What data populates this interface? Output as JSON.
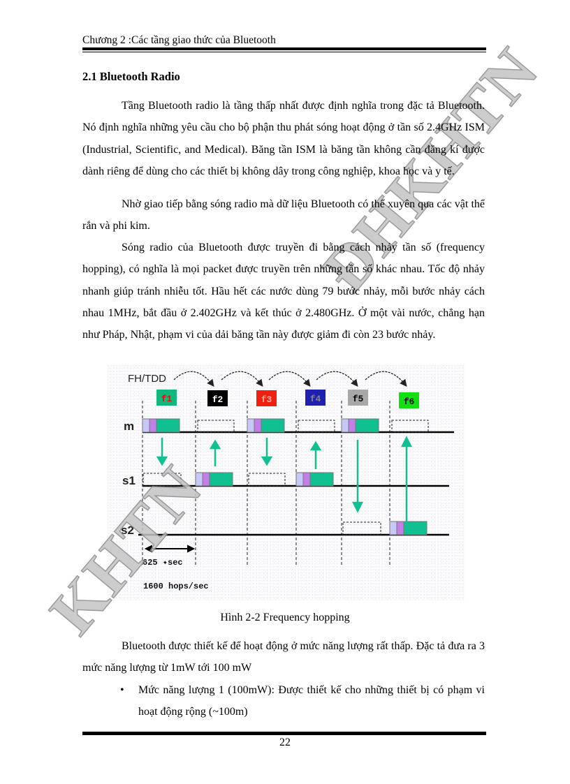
{
  "header": {
    "chapter_title": "Chương 2 :Các tầng giao thức của Bluetooth"
  },
  "section": {
    "title": "2.1 Bluetooth Radio"
  },
  "paragraphs": [
    "Tầng Bluetooth radio là tầng thấp nhất được định nghĩa trong đặc tả Bluetooth. Nó định nghĩa những yêu cầu cho bộ phận thu phát sóng hoạt động ở tần số 2.4GHz ISM (Industrial, Scientific, and Medical). Băng tần ISM là băng tần không cần đăng kí được dành riêng để dùng cho các thiết bị không dây trong công nghiệp, khoa học và y tế.",
    "Nhờ giao tiếp bằng sóng radio mà dữ liệu Bluetooth có thể xuyên qua các vật thể rắn và phi kim.",
    "Sóng radio của Bluetooth được truyền đi bằng cách nhảy tần số (frequency hopping), có nghĩa là mọi packet được truyền trên những tần số khác nhau. Tốc độ nhảy nhanh giúp tránh nhiễu tốt. Hầu hết các nước dùng 79 bước nhảy,  mỗi bước nhảy cách nhau 1MHz, bắt đầu ở 2.402GHz và kết thúc ở 2.480GHz. Ở một vài nước, chẳng hạn như Pháp, Nhật, phạm vi của dải băng tần này được giảm đi còn 23 bước nhảy.",
    "Bluetooth được thiết kế để hoạt động ở mức năng lượng rất thấp. Đặc tả đưa ra 3 mức năng lượng từ 1mW tới 100 mW"
  ],
  "figure": {
    "label": "FH/TDD",
    "frequencies": [
      {
        "label": "f1",
        "bg": "#10b87c",
        "fg": "#e01010"
      },
      {
        "label": "f2",
        "bg": "#000000",
        "fg": "#ffffff"
      },
      {
        "label": "f3",
        "bg": "#f02010",
        "fg": "#ffb0a0"
      },
      {
        "label": "f4",
        "bg": "#2020b0",
        "fg": "#8080a0"
      },
      {
        "label": "f5",
        "bg": "#a8a8a8",
        "fg": "#000000"
      },
      {
        "label": "f6",
        "bg": "#10e010",
        "fg": "#000000"
      }
    ],
    "rows": [
      "m",
      "s1",
      "s2"
    ],
    "slot_duration": "625 ✦sec",
    "hop_rate": "1600 hops/sec",
    "packet_colors": {
      "header1": "#c8c8f8",
      "header2": "#c080e8",
      "payload": "#10c090"
    },
    "arrow_color": "#10c090",
    "caption": "Hình 2-2 Frequency hopping"
  },
  "bullets": [
    "Mức năng lượng 1 (100mW): Được thiết kế cho những thiết bị có phạm vi hoạt động rộng (~100m)"
  ],
  "footer": {
    "page_number": "22"
  },
  "watermark": {
    "right": "ĐHKHTN",
    "left": "KHTN"
  }
}
